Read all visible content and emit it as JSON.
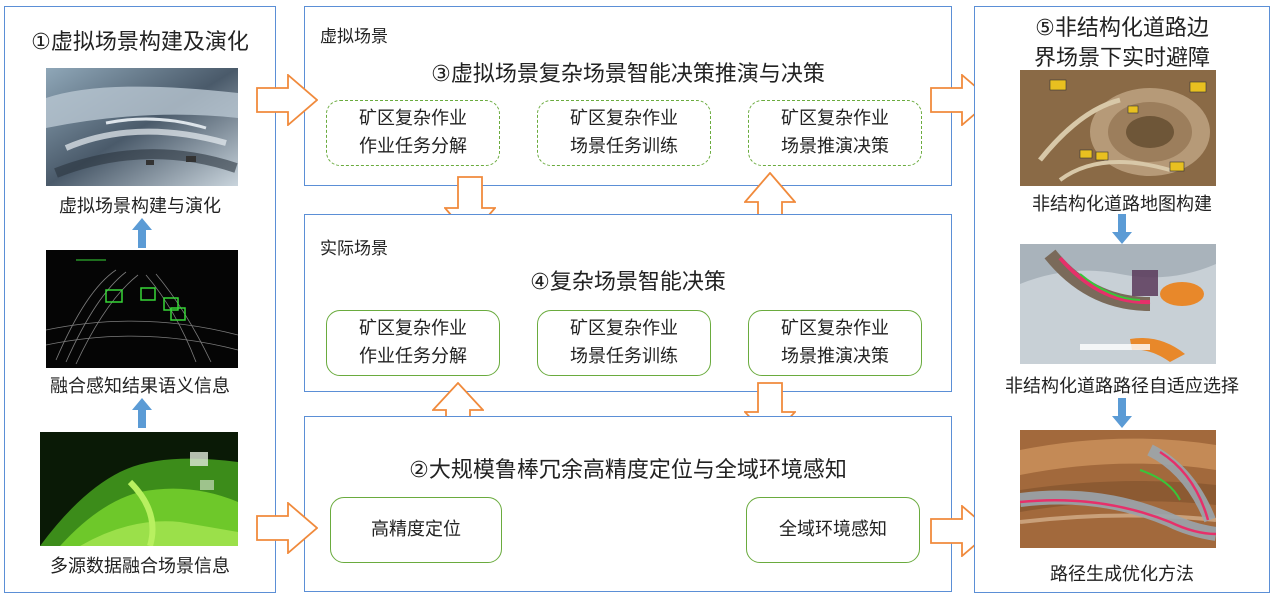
{
  "left_panel": {
    "title": "①虚拟场景构建及演化",
    "captions": [
      "虚拟场景构建与演化",
      "融合感知结果语义信息",
      "多源数据融合场景信息"
    ]
  },
  "virtual": {
    "section_label": "虚拟场景",
    "title": "③虚拟场景复杂场景智能决策推演与决策",
    "boxes": [
      {
        "line1": "矿区复杂作业",
        "line2": "作业任务分解"
      },
      {
        "line1": "矿区复杂作业",
        "line2": "场景任务训练"
      },
      {
        "line1": "矿区复杂作业",
        "line2": "场景推演决策"
      }
    ]
  },
  "actual": {
    "section_label": "实际场景",
    "title": "④复杂场景智能决策",
    "boxes": [
      {
        "line1": "矿区复杂作业",
        "line2": "作业任务分解"
      },
      {
        "line1": "矿区复杂作业",
        "line2": "场景任务训练"
      },
      {
        "line1": "矿区复杂作业",
        "line2": "场景推演决策"
      }
    ]
  },
  "positioning": {
    "title": "②大规模鲁棒冗余高精度定位与全域环境感知",
    "boxes": [
      "高精度定位",
      "全域环境感知"
    ]
  },
  "right_panel": {
    "title_line1": "⑤非结构化道路边",
    "title_line2": "界场景下实时避障",
    "captions": [
      "非结构化道路地图构建",
      "非结构化道路路径自适应选择",
      "路径生成优化方法"
    ]
  },
  "colors": {
    "panel_border": "#5b8fd6",
    "box_border": "#6aab3e",
    "arrow_orange": "#f08a3c",
    "arrow_blue": "#5b9bd5"
  }
}
